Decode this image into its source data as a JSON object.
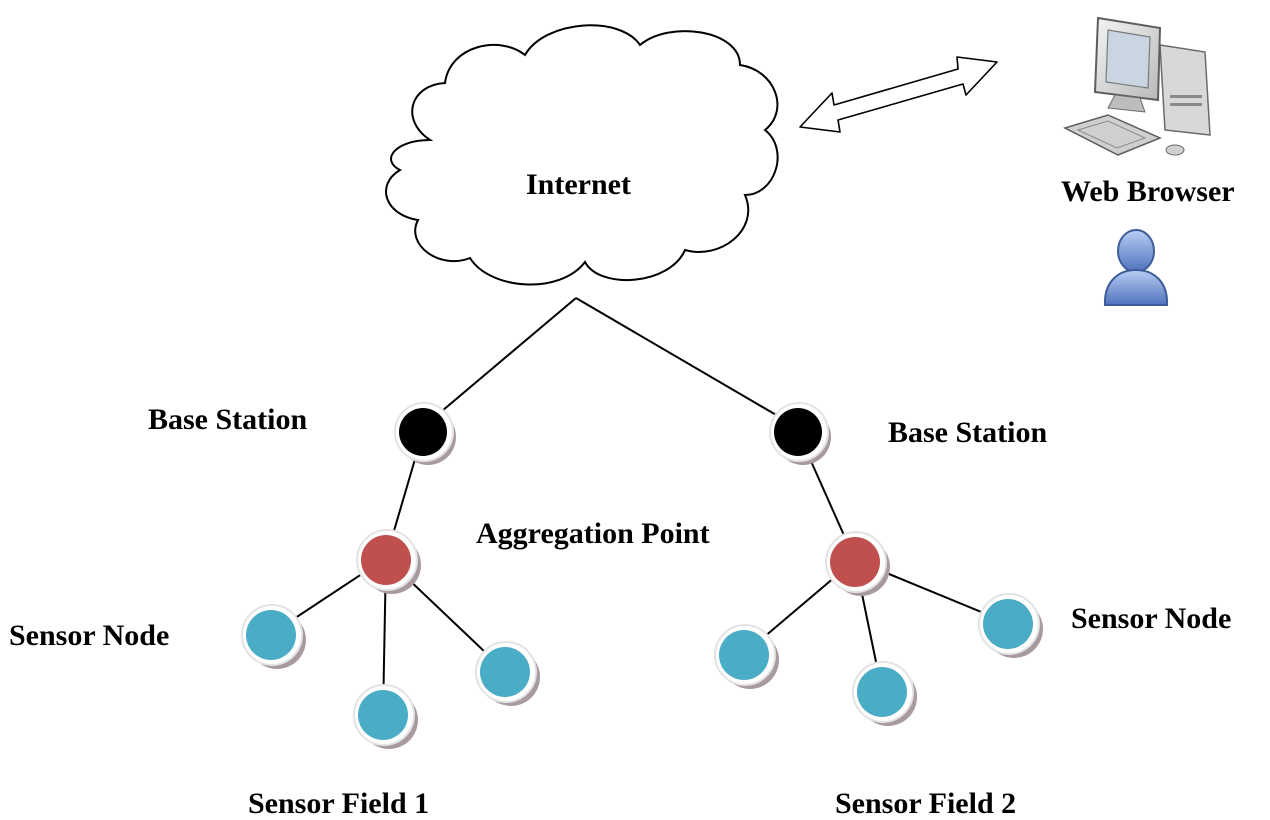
{
  "labels": {
    "internet": "Internet",
    "web_browser": "Web Browser",
    "base_station_left": "Base Station",
    "base_station_right": "Base Station",
    "aggregation_point": "Aggregation Point",
    "sensor_node_left": "Sensor Node",
    "sensor_node_right": "Sensor Node",
    "sensor_field_1": "Sensor Field 1",
    "sensor_field_2": "Sensor Field 2"
  },
  "colors": {
    "base_station": "#000000",
    "aggregation_point": "#c0504d",
    "sensor_node": "#4bacc6",
    "node_shadow": "#a89aa0",
    "line": "#000000",
    "person": "#6d8fcf"
  },
  "icons": [
    "cloud-icon",
    "double-arrow-icon",
    "computer-icon",
    "user-icon"
  ]
}
